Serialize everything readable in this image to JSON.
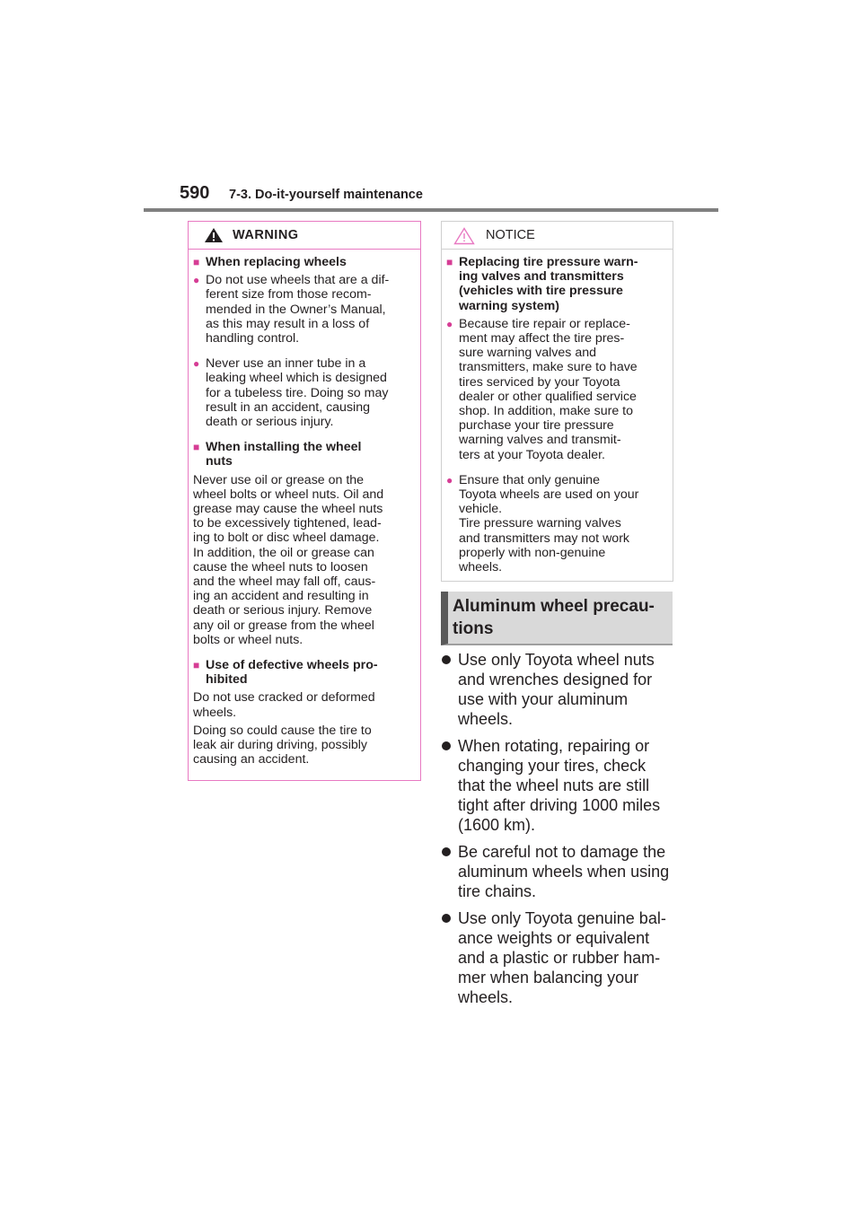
{
  "header": {
    "page_number": "590",
    "section": "7-3. Do-it-yourself maintenance"
  },
  "warning": {
    "title": "WARNING",
    "icon": "warning-triangle-icon",
    "sub1": "When replacing wheels",
    "p1": [
      "Do not use wheels that are a dif-",
      "ferent size from those recom-",
      "mended in the Owner’s Manual,",
      "as this may result in a loss of",
      "handling control."
    ],
    "p2": [
      "Never use an inner tube in a",
      "leaking wheel which is designed",
      "for a tubeless tire. Doing so may",
      "result in an accident, causing",
      "death or serious injury."
    ],
    "sub2": [
      "When installing the wheel",
      "nuts"
    ],
    "p3": [
      "Never use oil or grease on the",
      "wheel bolts or wheel nuts. Oil and",
      "grease may cause the wheel nuts",
      "to be excessively tightened, lead-",
      "ing to bolt or disc wheel damage.",
      "In addition, the oil or grease can",
      "cause the wheel nuts to loosen",
      "and the wheel may fall off, caus-",
      "ing an accident and resulting in",
      "death or serious injury. Remove",
      "any oil or grease from the wheel",
      "bolts or wheel nuts."
    ],
    "sub3": [
      "Use of defective wheels pro-",
      "hibited"
    ],
    "p4": [
      "Do not use cracked or deformed",
      "wheels."
    ],
    "p5": [
      "Doing so could cause the tire to",
      "leak air during driving, possibly",
      "causing an accident."
    ]
  },
  "notice": {
    "title": "NOTICE",
    "icon": "notice-triangle-icon",
    "sub1": [
      "Replacing tire pressure warn-",
      "ing valves and transmitters",
      "(vehicles with tire pressure",
      "warning system)"
    ],
    "p1": [
      "Because tire repair or replace-",
      "ment may affect the tire pres-",
      "sure warning valves and",
      "transmitters, make sure to have",
      "tires serviced by your Toyota",
      "dealer or other qualified service",
      "shop. In addition, make sure to",
      "purchase your tire pressure",
      "warning valves and transmit-",
      "ters at your Toyota dealer."
    ],
    "p2": [
      "Ensure that only genuine",
      "Toyota wheels are used on your",
      "vehicle.",
      "Tire pressure warning valves",
      "and transmitters may not work",
      "properly with non-genuine",
      "wheels."
    ]
  },
  "aluminum": {
    "heading": [
      "Aluminum wheel precau-",
      "tions"
    ],
    "bullets": [
      [
        "Use only Toyota wheel nuts",
        "and wrenches designed for",
        "use with your aluminum",
        "wheels."
      ],
      [
        "When rotating, repairing or",
        "changing your tires, check",
        "that the wheel nuts are still",
        "tight after driving 1000 miles",
        "(1600 km)."
      ],
      [
        "Be careful not to damage the",
        "aluminum wheels when using",
        "tire chains."
      ],
      [
        "Use only Toyota genuine bal-",
        "ance weights or equivalent",
        "and a plastic or rubber ham-",
        "mer when balancing your",
        "wheels."
      ]
    ]
  }
}
